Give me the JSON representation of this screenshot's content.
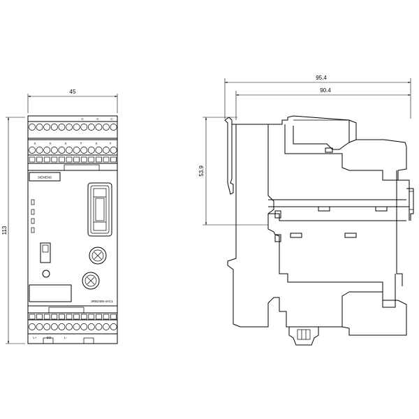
{
  "dimensions": {
    "front_width": "45",
    "front_height": "113",
    "side_total_depth": "95.4",
    "side_depth": "90.4",
    "rail_height": "53.9"
  },
  "front_view": {
    "brand_label": "SIEMENS",
    "part_number": "3RB2485-4AC1",
    "top_terminal_labels_row1": [
      "C",
      "C",
      "C"
    ],
    "top_terminal_labels_row2": [
      "X",
      "X",
      "X",
      "T",
      "X",
      "Y"
    ],
    "bottom_terminal_labels": [
      "L+",
      "DO",
      "L-"
    ]
  }
}
